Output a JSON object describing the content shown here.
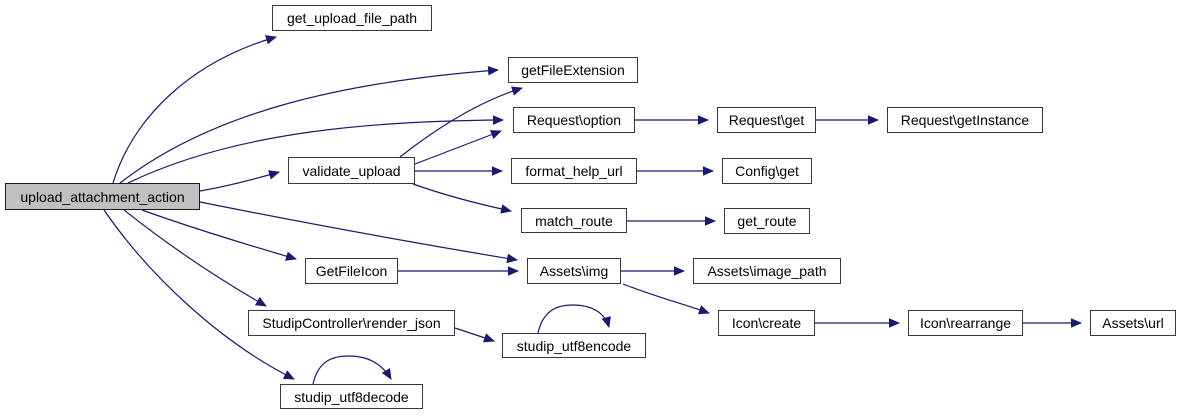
{
  "diagram": {
    "type": "call-graph",
    "root": "upload_attachment_action",
    "colors": {
      "edge": "#191970",
      "root_fill": "#c0c0c0",
      "node_fill": "#ffffff",
      "node_border": "#383838",
      "text": "#000000"
    },
    "nodes": {
      "uaa": {
        "label": "upload_attachment_action"
      },
      "gufp": {
        "label": "get_upload_file_path"
      },
      "gfe": {
        "label": "getFileExtension"
      },
      "ropt": {
        "label": "Request\\option"
      },
      "rget": {
        "label": "Request\\get"
      },
      "rgi": {
        "label": "Request\\getInstance"
      },
      "vu": {
        "label": "validate_upload"
      },
      "fhu": {
        "label": "format_help_url"
      },
      "cget": {
        "label": "Config\\get"
      },
      "mr": {
        "label": "match_route"
      },
      "groute": {
        "label": "get_route"
      },
      "gfi": {
        "label": "GetFileIcon"
      },
      "aimg": {
        "label": "Assets\\img"
      },
      "aip": {
        "label": "Assets\\image_path"
      },
      "icreate": {
        "label": "Icon\\create"
      },
      "irearr": {
        "label": "Icon\\rearrange"
      },
      "aurl": {
        "label": "Assets\\url"
      },
      "scrj": {
        "label": "StudipController\\render_json"
      },
      "sue": {
        "label": "studip_utf8encode"
      },
      "sud": {
        "label": "studip_utf8decode"
      }
    },
    "edges": [
      {
        "from": "upload_attachment_action",
        "to": "get_upload_file_path"
      },
      {
        "from": "upload_attachment_action",
        "to": "getFileExtension"
      },
      {
        "from": "upload_attachment_action",
        "to": "Request\\option"
      },
      {
        "from": "upload_attachment_action",
        "to": "validate_upload"
      },
      {
        "from": "upload_attachment_action",
        "to": "Assets\\img"
      },
      {
        "from": "upload_attachment_action",
        "to": "GetFileIcon"
      },
      {
        "from": "upload_attachment_action",
        "to": "StudipController\\render_json"
      },
      {
        "from": "upload_attachment_action",
        "to": "studip_utf8decode"
      },
      {
        "from": "validate_upload",
        "to": "getFileExtension"
      },
      {
        "from": "validate_upload",
        "to": "Request\\option"
      },
      {
        "from": "validate_upload",
        "to": "format_help_url"
      },
      {
        "from": "validate_upload",
        "to": "match_route"
      },
      {
        "from": "Request\\option",
        "to": "Request\\get"
      },
      {
        "from": "Request\\get",
        "to": "Request\\getInstance"
      },
      {
        "from": "format_help_url",
        "to": "Config\\get"
      },
      {
        "from": "match_route",
        "to": "get_route"
      },
      {
        "from": "GetFileIcon",
        "to": "Assets\\img"
      },
      {
        "from": "Assets\\img",
        "to": "Assets\\image_path"
      },
      {
        "from": "Assets\\img",
        "to": "Icon\\create"
      },
      {
        "from": "Icon\\create",
        "to": "Icon\\rearrange"
      },
      {
        "from": "Icon\\rearrange",
        "to": "Assets\\url"
      },
      {
        "from": "StudipController\\render_json",
        "to": "studip_utf8encode"
      },
      {
        "from": "studip_utf8encode",
        "to": "studip_utf8encode"
      },
      {
        "from": "studip_utf8decode",
        "to": "studip_utf8decode"
      }
    ]
  }
}
